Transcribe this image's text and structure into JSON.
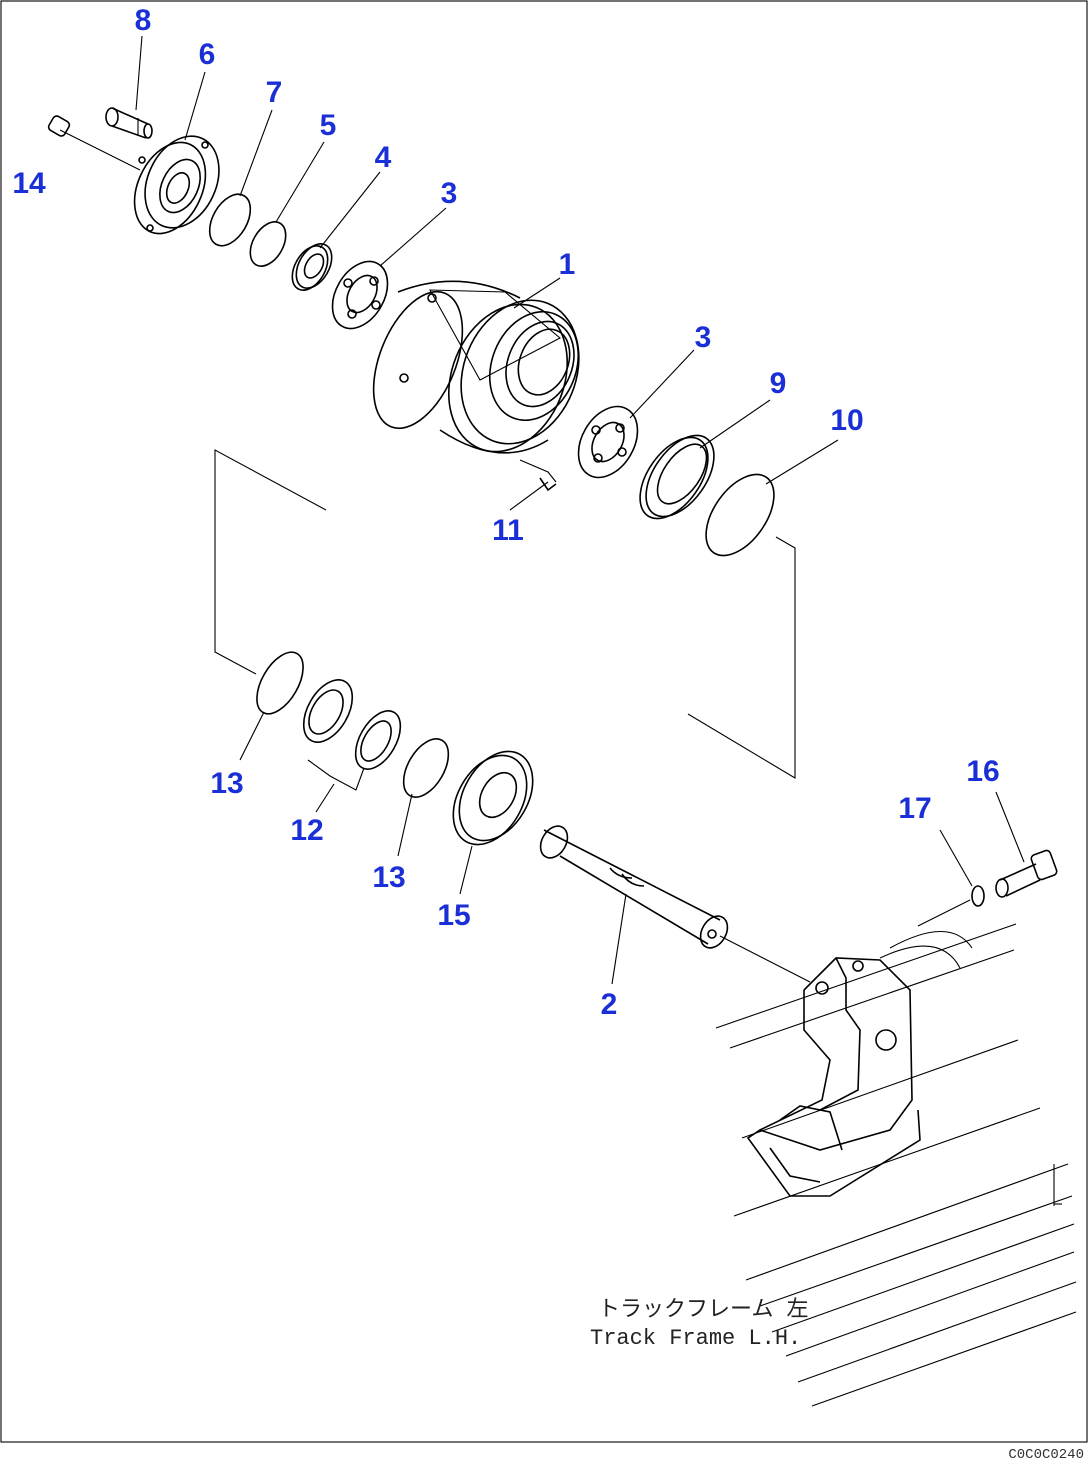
{
  "parts_diagram": {
    "callouts": {
      "c1": "1",
      "c2": "2",
      "c3a": "3",
      "c3b": "3",
      "c4": "4",
      "c5": "5",
      "c6": "6",
      "c7": "7",
      "c8": "8",
      "c9": "9",
      "c10": "10",
      "c11": "11",
      "c12": "12",
      "c13a": "13",
      "c13b": "13",
      "c14": "14",
      "c15": "15",
      "c16": "16",
      "c17": "17"
    },
    "caption_jp": "トラックフレーム 左",
    "caption_en": "Track Frame L.H.",
    "drawing_code": "C0C0C0240",
    "colors": {
      "callout": "#1a2fd6",
      "line": "#000000",
      "background": "#ffffff"
    }
  }
}
